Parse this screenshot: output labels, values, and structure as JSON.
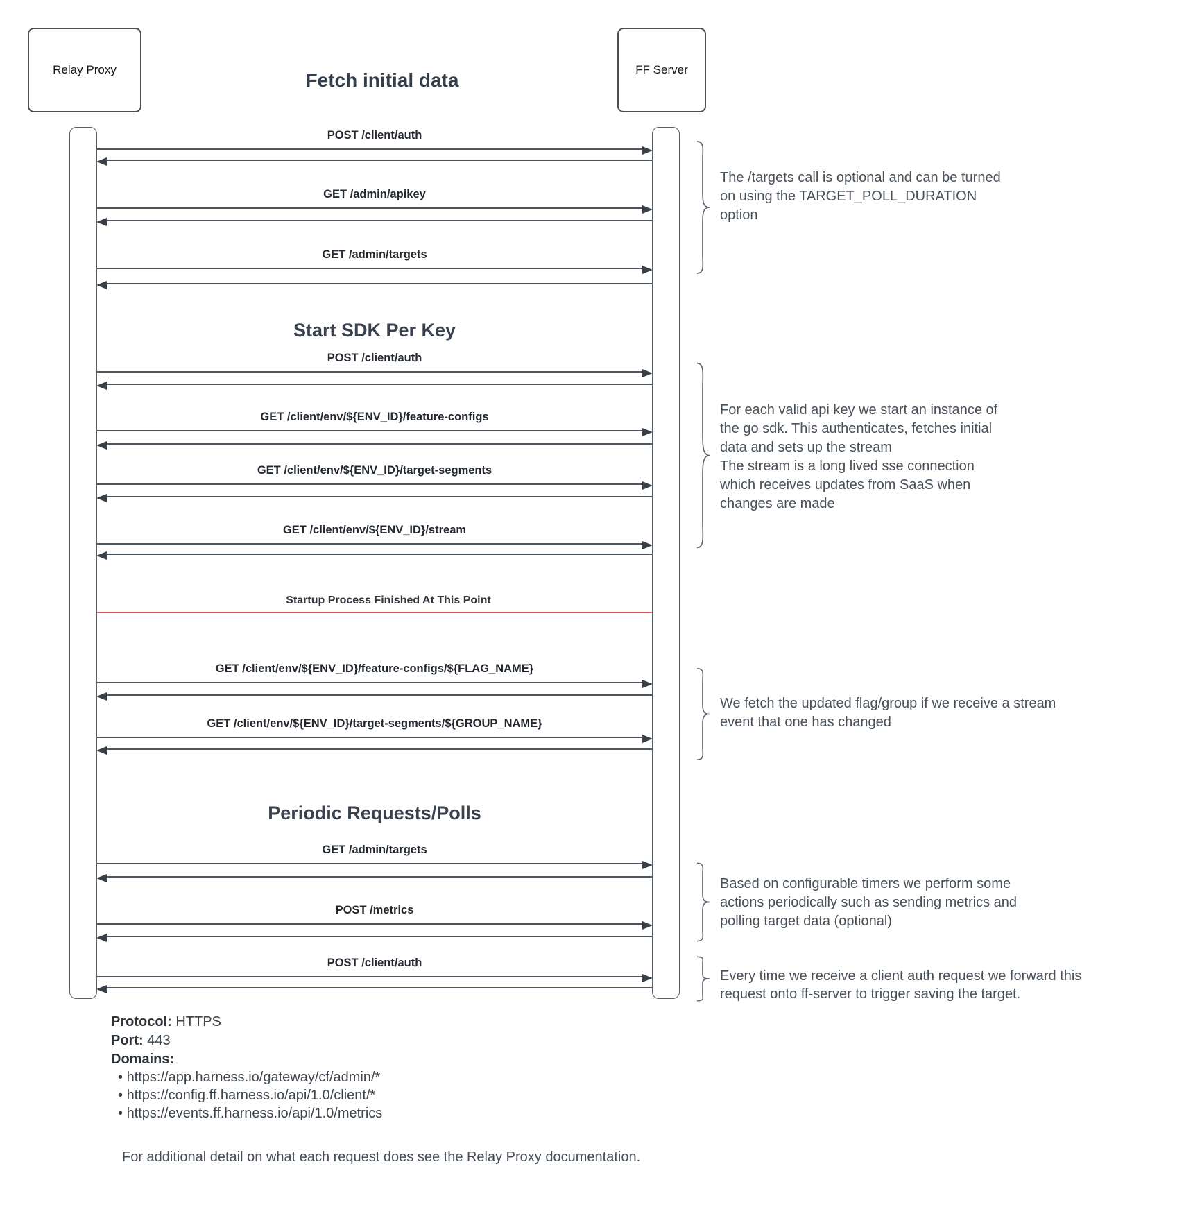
{
  "title": "Fetch initial data",
  "actors": {
    "left": {
      "label": "Relay Proxy"
    },
    "right": {
      "label": "FF Server"
    }
  },
  "sections": {
    "start_sdk": "Start SDK Per Key",
    "periodic": "Periodic Requests/Polls"
  },
  "separator": {
    "label": "Startup Process Finished At This Point"
  },
  "messages": [
    {
      "label": "POST /client/auth"
    },
    {
      "label": "GET /admin/apikey"
    },
    {
      "label": "GET /admin/targets"
    },
    {
      "label": "POST /client/auth"
    },
    {
      "label": "GET /client/env/${ENV_ID}/feature-configs"
    },
    {
      "label": "GET /client/env/${ENV_ID}/target-segments"
    },
    {
      "label": "GET /client/env/${ENV_ID}/stream"
    },
    {
      "label": "GET /client/env/${ENV_ID}/feature-configs/${FLAG_NAME}"
    },
    {
      "label": "GET /client/env/${ENV_ID}/target-segments/${GROUP_NAME}"
    },
    {
      "label": "GET /admin/targets"
    },
    {
      "label": "POST /metrics"
    },
    {
      "label": "POST /client/auth"
    }
  ],
  "annotations": [
    {
      "lines": [
        "The /targets call is optional and can be turned",
        "on using the TARGET_POLL_DURATION",
        "option"
      ]
    },
    {
      "lines": [
        "For each valid api key we start an instance of",
        "the go sdk. This authenticates, fetches initial",
        "data and sets up the stream",
        "The stream is a long lived sse connection",
        "which receives updates from SaaS when",
        "changes are made"
      ]
    },
    {
      "lines": [
        "We fetch the updated flag/group if we receive a stream",
        "event that one has changed"
      ]
    },
    {
      "lines": [
        "Based on configurable timers we perform some",
        "actions periodically such as sending metrics and",
        "polling target data (optional)"
      ]
    },
    {
      "lines": [
        "Every time we receive a client auth request we forward this",
        "request onto ff-server to trigger saving the target."
      ]
    }
  ],
  "footer": {
    "protocol_label": "Protocol:",
    "protocol_value": " HTTPS",
    "port_label": "Port:",
    "port_value": " 443",
    "domains_label": "Domains:",
    "domains": [
      "https://app.harness.io/gateway/cf/admin/*",
      "https://config.ff.harness.io/api/1.0/client/*",
      "https://events.ff.harness.io/api/1.0/metrics"
    ],
    "note": "For additional detail on what each request does see the Relay Proxy documentation."
  },
  "colors": {
    "separator_line": "#d45b5b",
    "arrow": "#4e555e",
    "heading": "#39424e"
  }
}
